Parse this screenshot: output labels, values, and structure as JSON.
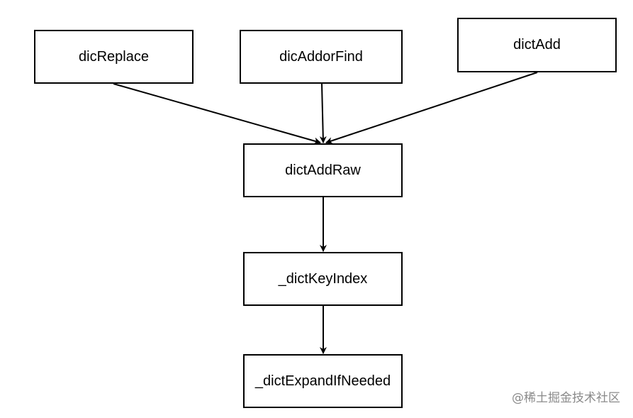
{
  "nodes": {
    "dicReplace": "dicReplace",
    "dicAddorFind": "dicAddorFind",
    "dictAdd": "dictAdd",
    "dictAddRaw": "dictAddRaw",
    "dictKeyIndex": "_dictKeyIndex",
    "dictExpandIfNeeded": "_dictExpandIfNeeded"
  },
  "edges": [
    {
      "from": "dicReplace",
      "to": "dictAddRaw"
    },
    {
      "from": "dicAddorFind",
      "to": "dictAddRaw"
    },
    {
      "from": "dictAdd",
      "to": "dictAddRaw"
    },
    {
      "from": "dictAddRaw",
      "to": "_dictKeyIndex"
    },
    {
      "from": "_dictKeyIndex",
      "to": "_dictExpandIfNeeded"
    }
  ],
  "colors": {
    "stroke": "#000000",
    "background": "#ffffff",
    "watermark": "#8a8a8a"
  },
  "watermark": "@稀土掘金技术社区"
}
